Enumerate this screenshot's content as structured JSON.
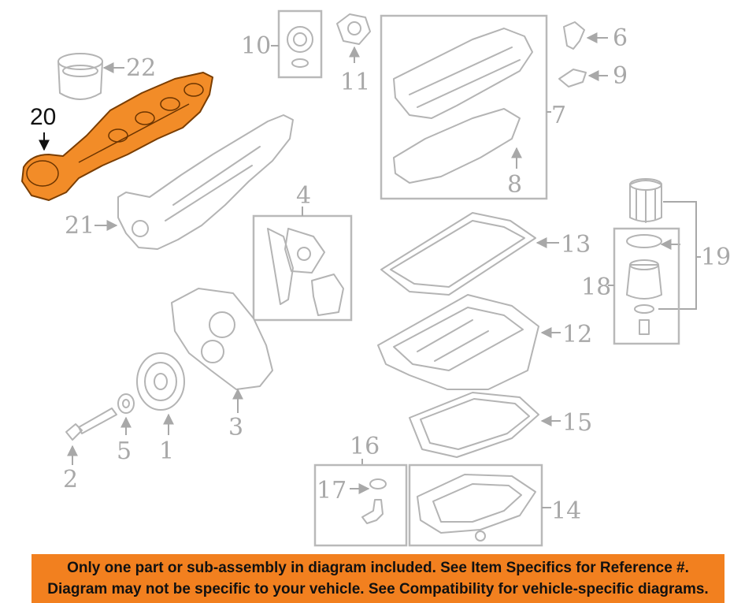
{
  "callouts": {
    "c1": "1",
    "c2": "2",
    "c3": "3",
    "c4": "4",
    "c5": "5",
    "c6": "6",
    "c7": "7",
    "c8": "8",
    "c9": "9",
    "c10": "10",
    "c11": "11",
    "c12": "12",
    "c13": "13",
    "c14": "14",
    "c15": "15",
    "c16": "16",
    "c17": "17",
    "c18": "18",
    "c19": "19",
    "c20": "20",
    "c21": "21",
    "c22": "22"
  },
  "highlighted_part": "20",
  "colors": {
    "highlight": "#f28c28",
    "banner": "#f2801f",
    "callout_gray": "#a8a8a8"
  },
  "banner": {
    "line1": "Only one part or sub-assembly in diagram included. See Item Specifics for Reference #.",
    "line2": "Diagram may not be specific to your vehicle. See Compatibility for vehicle-specific diagrams."
  }
}
